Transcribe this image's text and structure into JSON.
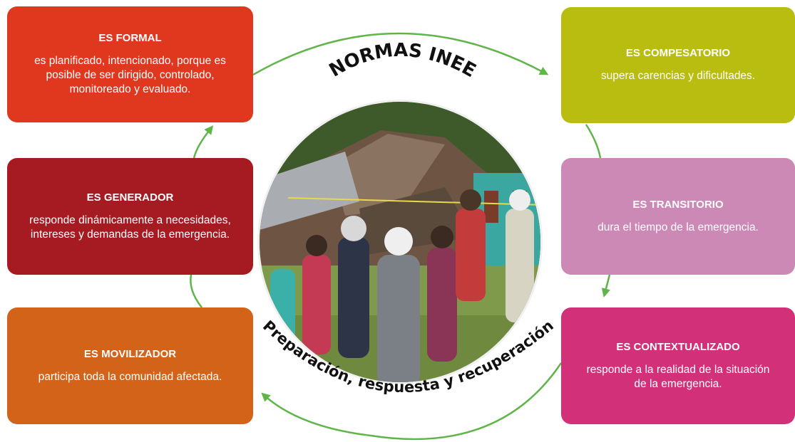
{
  "center": {
    "title": "NORMAS INEE",
    "subtitle": "Preparación, respuesta y recuperación",
    "photo_icon": "photo-collapsed-building-community-meeting"
  },
  "boxes": {
    "formal": {
      "title": "ES FORMAL",
      "desc": "es planificado, intencionado, porque es posible de ser dirigido, controlado, monitoreado y evaluado.",
      "color": "#e0371f"
    },
    "generador": {
      "title": "ES GENERADOR",
      "desc": "responde dinámicamente a necesidades, intereses y demandas de la emergencia.",
      "color": "#a51b21"
    },
    "movilizador": {
      "title": "ES MOVILIZADOR",
      "desc": "participa toda la comunidad afectada.",
      "color": "#d4631a"
    },
    "compesatorio": {
      "title": "ES COMPESATORIO",
      "desc": "supera carencias y dificultades.",
      "color": "#b8bd10"
    },
    "transitorio": {
      "title": "ES TRANSITORIO",
      "desc": "dura el tiempo de la emergencia.",
      "color": "#cc89b6"
    },
    "contextualizado": {
      "title": "ES CONTEXTUALIZADO",
      "desc": "responde a la realidad de la situación de la emergencia.",
      "color": "#d3307a"
    }
  },
  "colors": {
    "arrow": "#5fb548"
  }
}
